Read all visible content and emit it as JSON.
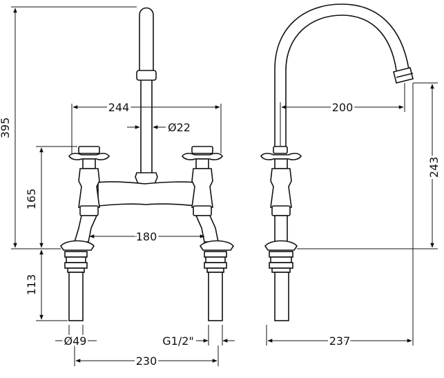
{
  "dimensions": {
    "overall_height": "395",
    "tap_centres": "244",
    "spout_diameter": "Ø22",
    "handle_height": "165",
    "inner_centres": "180",
    "shank_length": "113",
    "shank_diameter": "Ø49",
    "thread": "G1/2\"",
    "base_centres": "230",
    "spout_reach": "200",
    "spout_height": "243",
    "side_depth": "237"
  },
  "colors": {
    "line": "#111111",
    "background": "#ffffff"
  }
}
